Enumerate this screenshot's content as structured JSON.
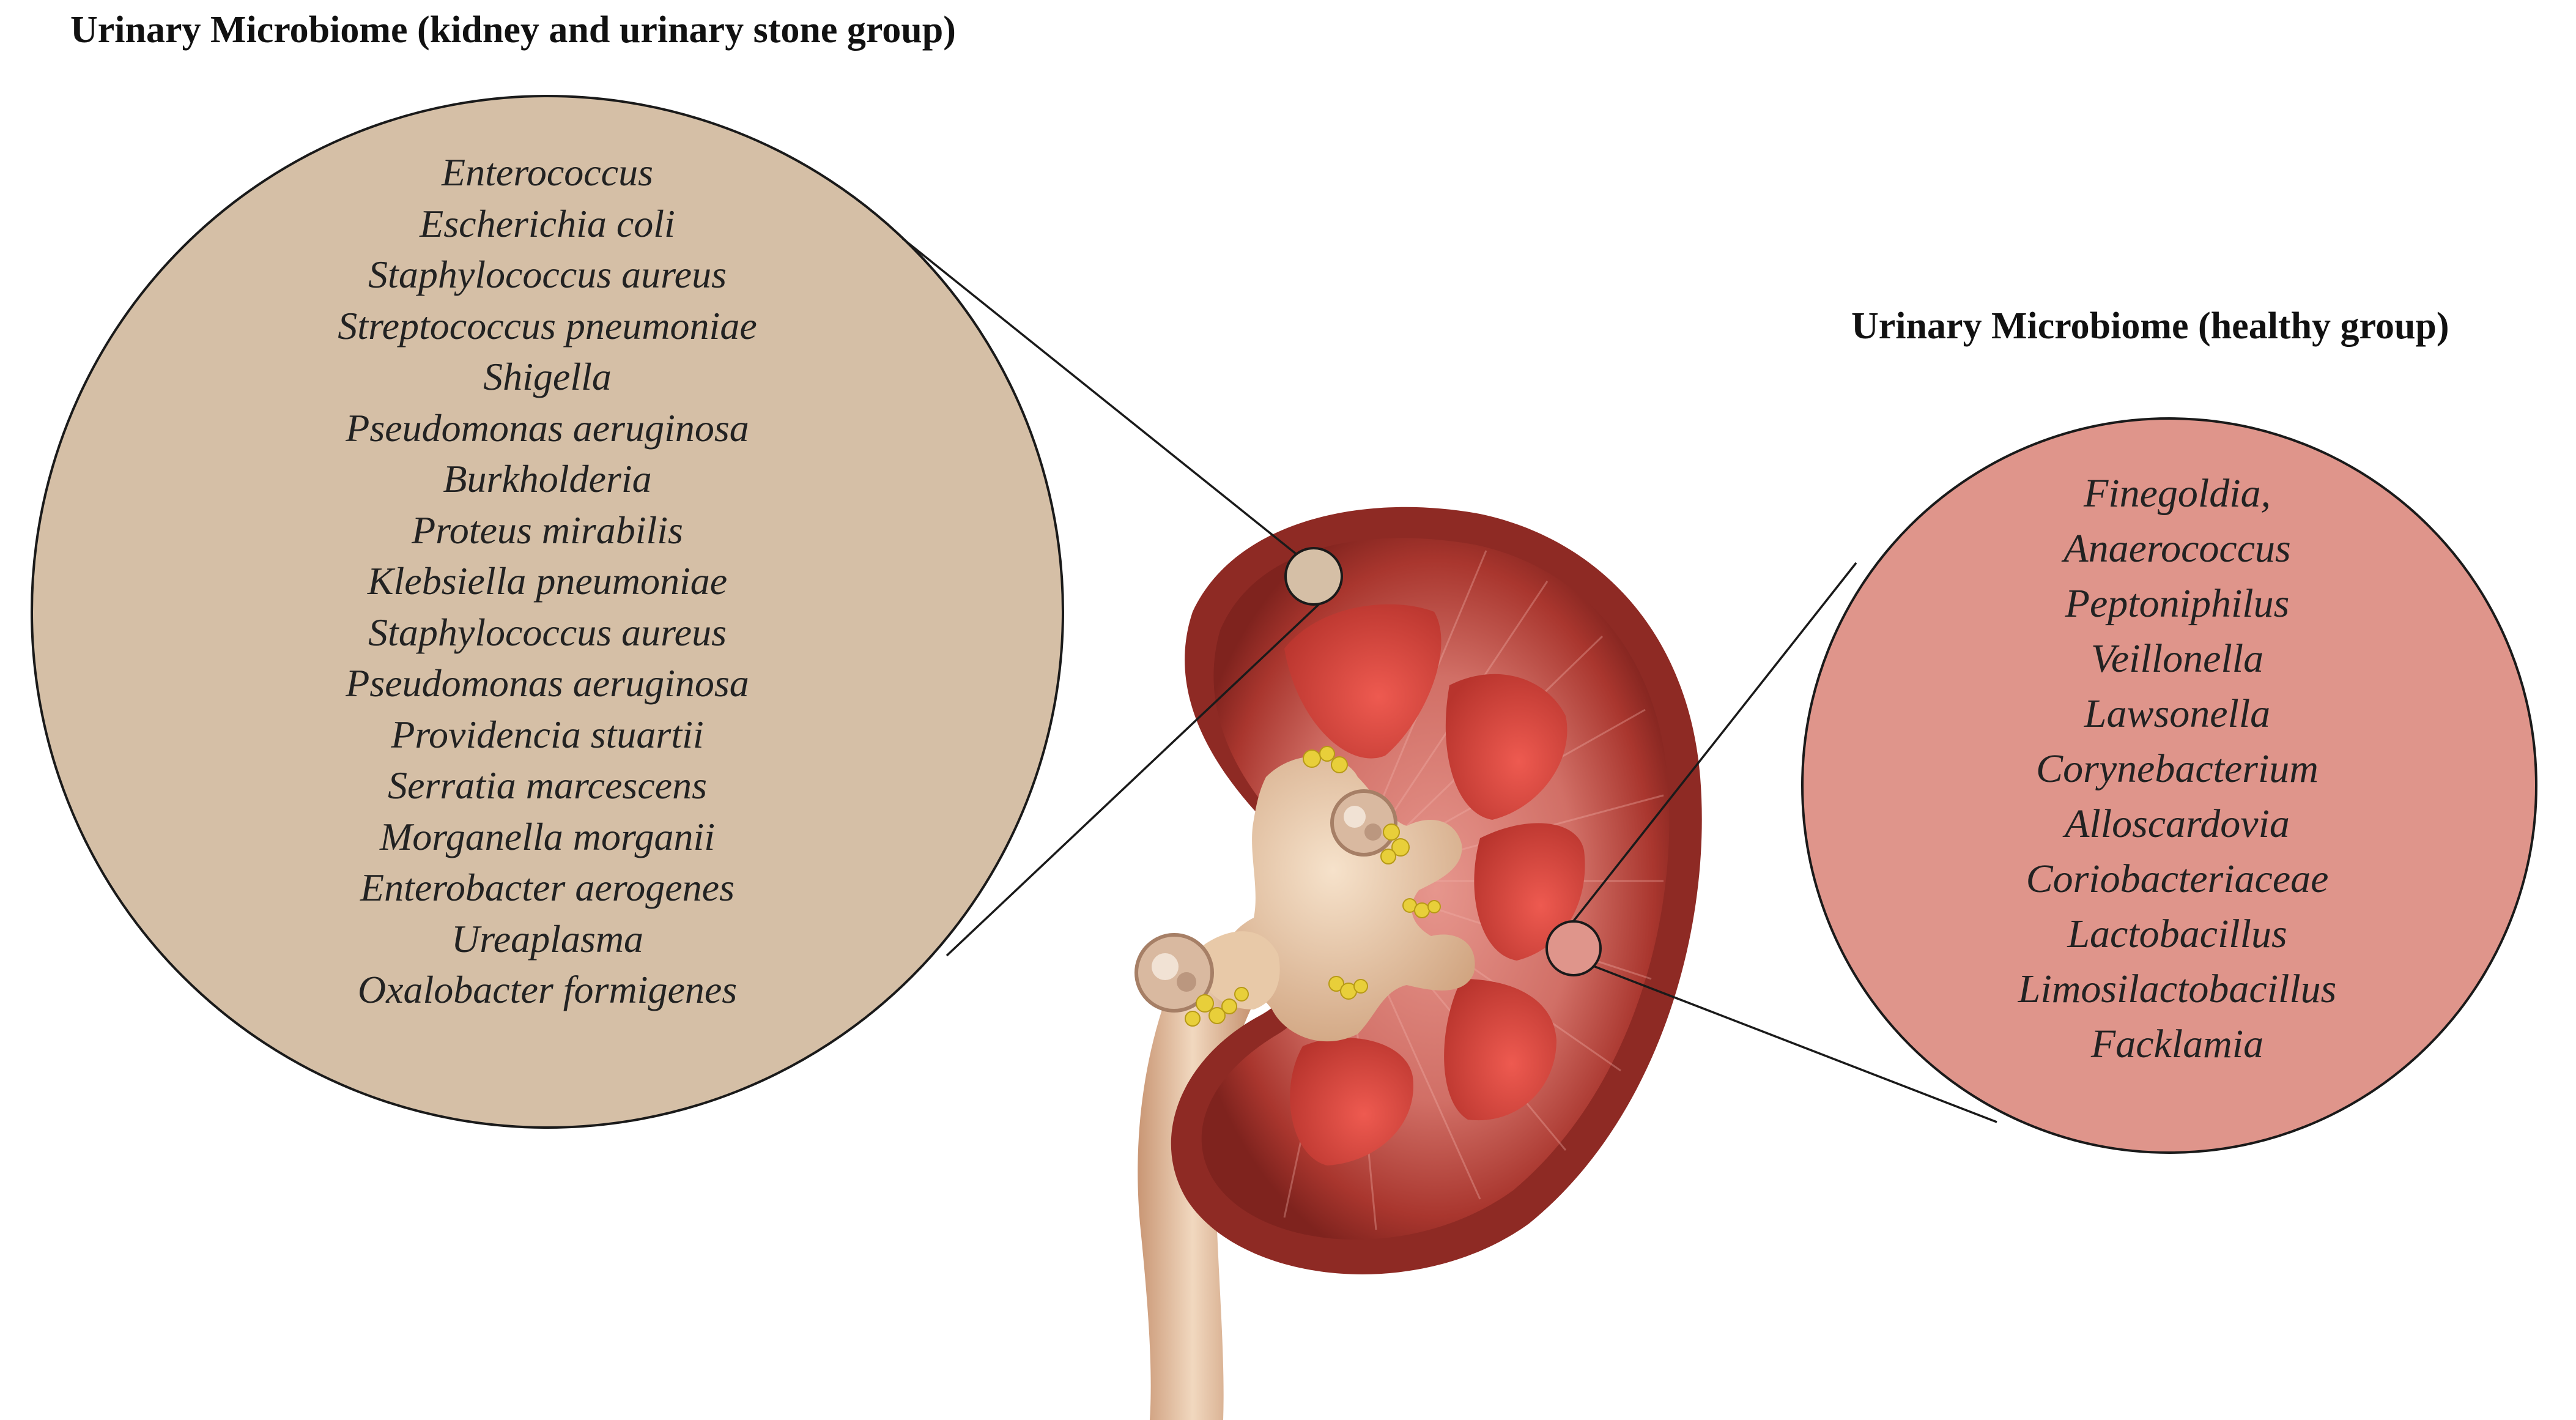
{
  "stone_group": {
    "title": "Urinary Microbiome (kidney and urinary stone group)",
    "color": "#d5bfa6",
    "species": [
      "Enterococcus",
      "Escherichia coli",
      "Staphylococcus aureus",
      "Streptococcus pneumoniae",
      "Shigella",
      "Pseudomonas aeruginosa",
      "Burkholderia",
      "Proteus mirabilis",
      "Klebsiella pneumoniae",
      "Staphylococcus aureus",
      "Pseudomonas aeruginosa",
      "Providencia stuartii",
      "Serratia marcescens",
      "Morganella morganii",
      "Enterobacter aerogenes",
      "Ureaplasma",
      "Oxalobacter formigenes"
    ]
  },
  "healthy_group": {
    "title": "Urinary Microbiome (healthy group)",
    "color": "#df958b",
    "species": [
      "Finegoldia,",
      "Anaerococcus",
      "Peptoniphilus",
      "Veillonella",
      "Lawsonella",
      "Corynebacterium",
      "Alloscardovia",
      "Coriobacteriaceae",
      "Lactobacillus",
      "Limosilactobacillus",
      "Facklamia"
    ]
  },
  "kidney": {
    "cortex_color": "#8e2a24",
    "medulla_color": "#c84a42",
    "pelvis_color": "#e3c39e",
    "stone_color": "#e8cf3a"
  }
}
